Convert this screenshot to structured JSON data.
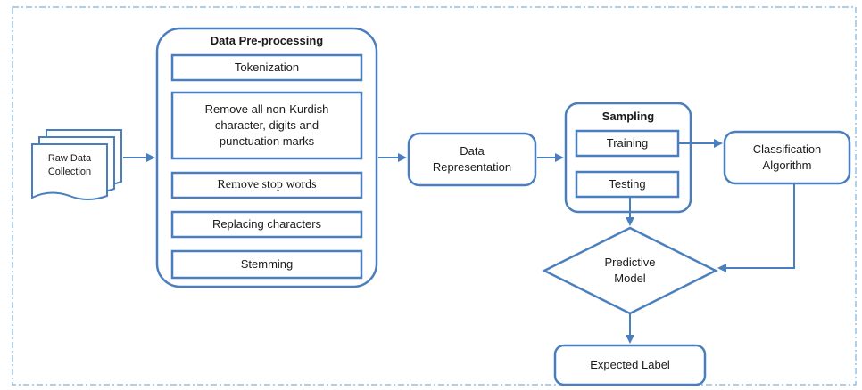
{
  "raw_data": {
    "label": "Raw Data\nCollection"
  },
  "preprocessing": {
    "title": "Data Pre-processing",
    "steps": [
      "Tokenization",
      "Remove all non-Kurdish\ncharacter, digits and\npunctuation marks",
      "Remove stop words",
      "Replacing characters",
      "Stemming"
    ]
  },
  "representation": {
    "label": "Data\nRepresentation"
  },
  "sampling": {
    "title": "Sampling",
    "training": "Training",
    "testing": "Testing"
  },
  "classification": {
    "label": "Classification\nAlgorithm"
  },
  "predictive_model": {
    "label": "Predictive\nModel"
  },
  "expected_label": {
    "label": "Expected Label"
  },
  "colors": {
    "stroke": "#4a7fbf",
    "text": "#1a1a1a",
    "frame": "#7fb2d9"
  }
}
